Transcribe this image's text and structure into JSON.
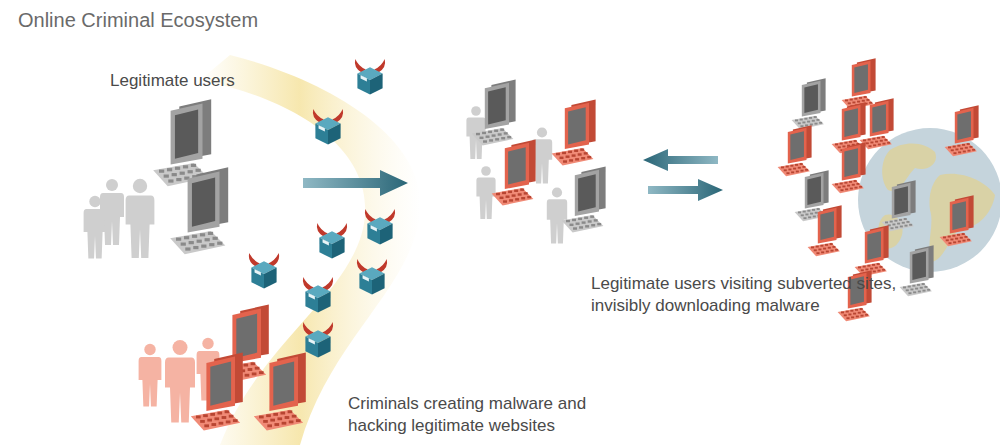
{
  "diagram": {
    "title": "Online Criminal Ecosystem",
    "labels": [
      "Legitimate users",
      "Legitimate users visiting subverted sites, invisibly downloading malware",
      "Criminals creating malware and hacking legitimate websites"
    ]
  }
}
